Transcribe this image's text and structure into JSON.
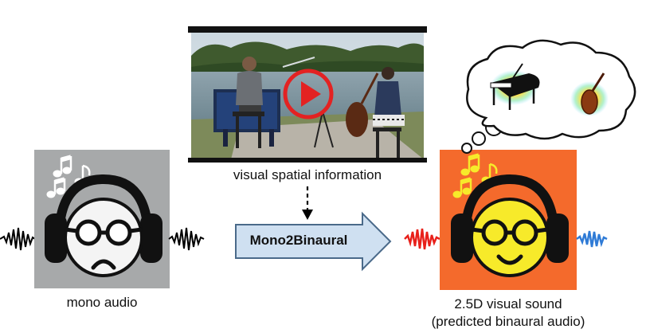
{
  "video": {
    "caption": "visual spatial information",
    "play_icon": "play-icon",
    "accent_color": "#e32222"
  },
  "process": {
    "label": "Mono2Binaural",
    "arrow_fill": "#cfe0f1",
    "arrow_stroke": "#4a6a8a"
  },
  "mono": {
    "caption": "mono audio",
    "background": "#a7a9aa",
    "face": "#f4f4f4",
    "expression": "sad"
  },
  "binaural": {
    "caption_line1": "2.5D visual sound",
    "caption_line2": "(predicted binaural audio)",
    "background": "#f46a2c",
    "face": "#f7ea2a",
    "expression": "smile",
    "left_wave_color": "#e8201a",
    "right_wave_color": "#2f7bd6"
  },
  "thought": {
    "items": [
      "piano-icon",
      "cello-icon"
    ]
  }
}
